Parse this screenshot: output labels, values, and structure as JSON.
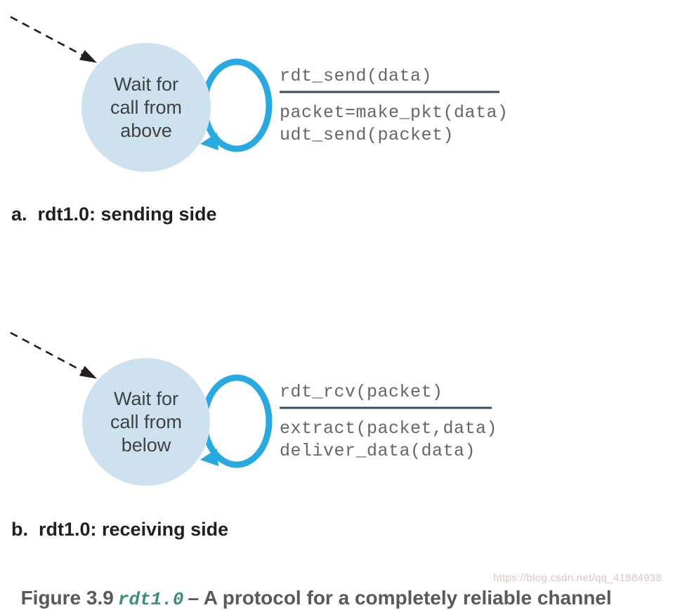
{
  "palette": {
    "state_fill": "#cde1ee",
    "loop_arrow": "#27a9e1",
    "rule_line": "#3b4d61",
    "dashed_arrow": "#231f20",
    "code_text": "#65666a",
    "caption_dark": "#231f20",
    "caption_gray": "#58595b",
    "code_teal": "#3e8e7e"
  },
  "diagram_a": {
    "state_label": [
      "Wait for",
      "call from",
      "above"
    ],
    "event": "rdt_send(data)",
    "actions": [
      "packet=make_pkt(data)",
      "udt_send(packet)"
    ],
    "caption": "a.  rdt1.0: sending side"
  },
  "diagram_b": {
    "state_label": [
      "Wait for",
      "call from",
      "below"
    ],
    "event": "rdt_rcv(packet)",
    "actions": [
      "extract(packet,data)",
      "deliver_data(data)"
    ],
    "caption": "b.  rdt1.0: receiving side"
  },
  "figure_caption": {
    "prefix": "Figure 3.9",
    "code": "rdt1.0",
    "suffix": "– A protocol for a completely reliable channel"
  },
  "watermark": "https://blog.csdn.net/qq_41884938"
}
